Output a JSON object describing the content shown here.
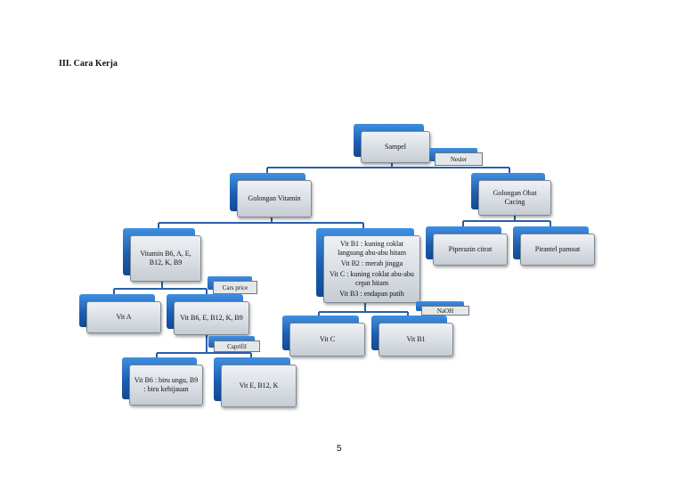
{
  "heading": "III. Cara Kerja",
  "page_number": "5",
  "nodes": {
    "sampel": "Sampel",
    "golongan_vitamin": "Golongan Vitamin",
    "golongan_obat_cacing": "Golongan Obat Cacing",
    "vitamin_group": "Vitamin B6, A, E, B12, K, B9",
    "vit_b_results": [
      "Vit B1 : kuning coklat langsung abu-abu hitam",
      "Vit B2 : merah jingga",
      "Vit C : kuning coklat abu-abu cepat hitam",
      "Vit B3 : endapan putih"
    ],
    "piperazin": "Piperazin citrat",
    "pirantel": "Pirantel pamoat",
    "vit_a": "Vit A",
    "vit_b6_group": "Vit B6, E, B12, K, B9",
    "vit_c": "Vit C",
    "vit_b1": "Vit B1",
    "vit_b6_result": "Vit B6 : biru ungu, B9 : biru kehijauan",
    "vit_e_group": "Vit E, B12, K"
  },
  "tags": {
    "nesler": "Nesler",
    "cars_price": "Cars price",
    "naoh": "NaOH",
    "caprifil": "Caprifil"
  },
  "colors": {
    "node_back": "#1c5fb3",
    "node_front": "#d9dee4",
    "connector": "#2a5fa8"
  }
}
